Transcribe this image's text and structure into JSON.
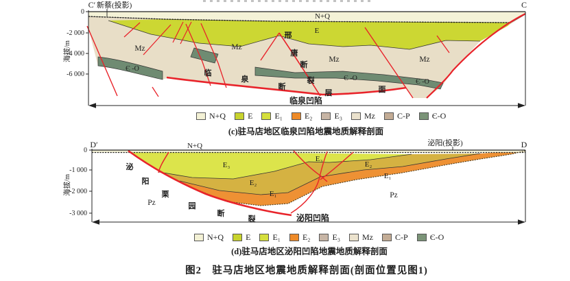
{
  "figure": {
    "caption_c": "(c)驻马店地区临泉凹陷地震地质解释剖面",
    "caption_d": "(d)驻马店地区泌阳凹陷地震地质解释剖面",
    "caption_fig": "图2　驻马店地区地震地质解释剖面(剖面位置见图1)"
  },
  "colors": {
    "fault_red": "#e8232a",
    "outline": "#333333",
    "c_nq": "#f4f2d7",
    "c_e": "#ccd733",
    "c_mz": "#e8dec7",
    "c_eo": "#6f8b72",
    "d_nq": "#f4f2d7",
    "d_e3": "#dce44b",
    "d_e2": "#d5b242",
    "d_e1": "#ee9134"
  },
  "legend": {
    "items": [
      {
        "label": "N+Q",
        "color": "#f3f1d5"
      },
      {
        "label": "E",
        "color": "#c8d32e"
      },
      {
        "label": "E₁",
        "color": "#d5df3d"
      },
      {
        "label": "E₂",
        "color": "#ee8a28"
      },
      {
        "label": "E₃",
        "color": "#c7b5a5"
      },
      {
        "label": "Mz",
        "color": "#ebe2cd"
      },
      {
        "label": "C-P",
        "color": "#c3ac95"
      },
      {
        "label": "Є-O",
        "color": "#7b9478"
      }
    ]
  },
  "section_c": {
    "endpoint_left": "C′",
    "projection_left": "新蔡(投影)",
    "endpoint_right": "C",
    "axis_label": "海拔/m",
    "ticks": [
      "0",
      "-2 000",
      "-4 000",
      "-6 000"
    ],
    "labels": {
      "nq": "N+Q",
      "e": "E",
      "mz": "Mz",
      "eo": "Є -O"
    },
    "fault_vertical": [
      "邢",
      "唐",
      "断",
      "裂"
    ],
    "fault_curve": [
      "临",
      "泉",
      "断",
      "层",
      "面"
    ],
    "basin": "临泉凹陷"
  },
  "section_d": {
    "endpoint_left": "D′",
    "endpoint_right": "D",
    "projection_right": "泌阳(投影)",
    "axis_label": "海拔/m",
    "ticks": [
      "0",
      "-1 000",
      "-2 000",
      "-3 000"
    ],
    "labels": {
      "nq": "N+Q",
      "e3": "E₃",
      "e2": "E₂",
      "e1": "E₁",
      "pz": "Pz"
    },
    "fault_chars": [
      "泌",
      "阳",
      "栗",
      "园",
      "断",
      "裂"
    ],
    "basin": "泌阳凹陷"
  }
}
